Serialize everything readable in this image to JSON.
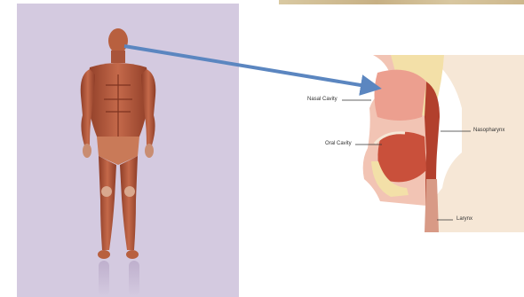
{
  "anatomy": {
    "labels": {
      "nasal_cavity": "Nasal Cavity",
      "oral_cavity": "Oral Cavity",
      "nasopharynx": "Nasopharynx",
      "larynx": "Larynx"
    }
  },
  "colors": {
    "figure_background": "#d4cae0",
    "arrow": "#5b86c0",
    "muscle": "#b65a3c",
    "tissue_pink": "#f2c4b4",
    "bone_yellow": "#f3e0a8",
    "airway_red": "#b2402d"
  }
}
